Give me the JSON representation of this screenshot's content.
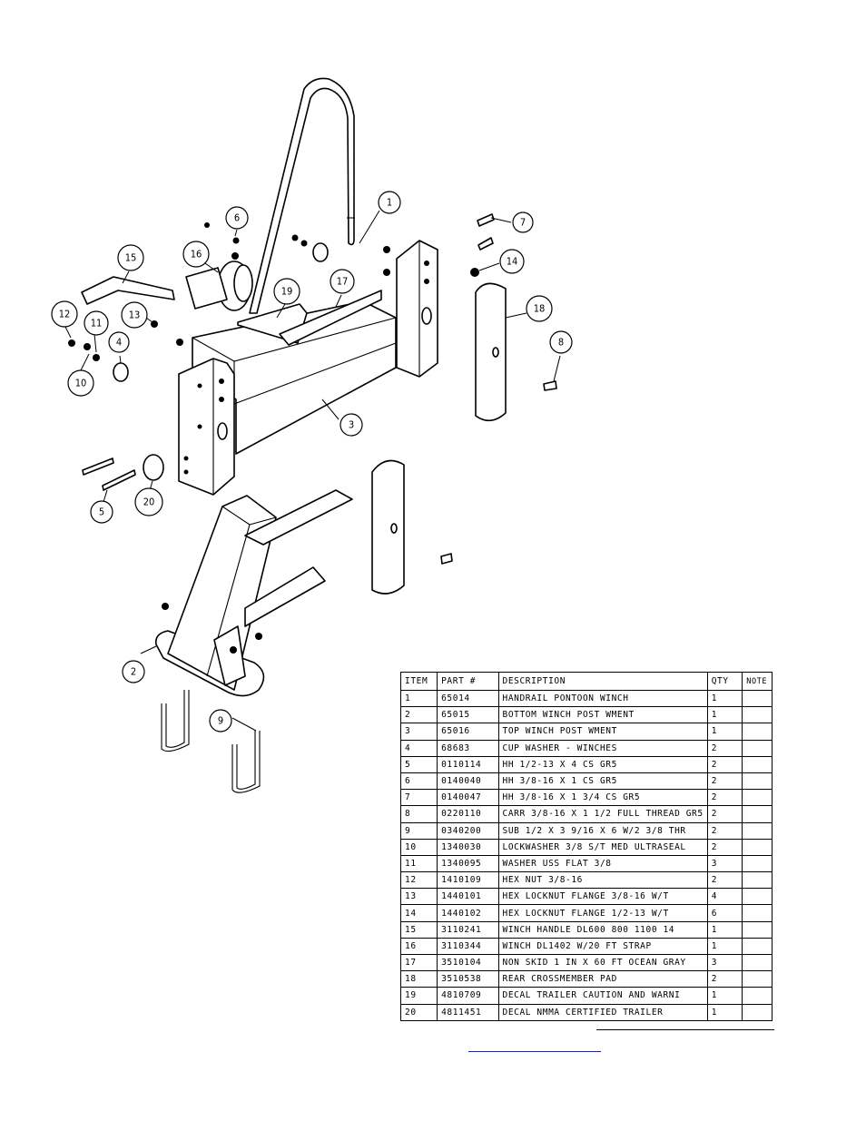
{
  "callouts": [
    "1",
    "2",
    "3",
    "4",
    "5",
    "6",
    "7",
    "8",
    "9",
    "10",
    "11",
    "12",
    "13",
    "14",
    "15",
    "16",
    "17",
    "18",
    "19",
    "20"
  ],
  "bom": {
    "headers": [
      "ITEM",
      "PART #",
      "DESCRIPTION",
      "QTY",
      "NOTE"
    ],
    "rows": [
      [
        "1",
        "65014",
        "HANDRAIL PONTOON WINCH",
        "1",
        ""
      ],
      [
        "2",
        "65015",
        "BOTTOM WINCH POST WMENT",
        "1",
        ""
      ],
      [
        "3",
        "65016",
        "TOP WINCH POST WMENT",
        "1",
        ""
      ],
      [
        "4",
        "68683",
        "CUP WASHER - WINCHES",
        "2",
        ""
      ],
      [
        "5",
        "0110114",
        "HH 1/2-13 X 4 CS GR5",
        "2",
        ""
      ],
      [
        "6",
        "0140040",
        "HH 3/8-16 X 1 CS GR5",
        "2",
        ""
      ],
      [
        "7",
        "0140047",
        "HH 3/8-16 X 1 3/4 CS GR5",
        "2",
        ""
      ],
      [
        "8",
        "0220110",
        "CARR 3/8-16 X 1 1/2 FULL THREAD GR5",
        "2",
        ""
      ],
      [
        "9",
        "0340200",
        "SUB 1/2 X 3 9/16 X 6 W/2 3/8 THR",
        "2",
        ""
      ],
      [
        "10",
        "1340030",
        "LOCKWASHER 3/8 S/T MED ULTRASEAL",
        "2",
        ""
      ],
      [
        "11",
        "1340095",
        "WASHER USS FLAT 3/8",
        "3",
        ""
      ],
      [
        "12",
        "1410109",
        "HEX NUT 3/8-16",
        "2",
        ""
      ],
      [
        "13",
        "1440101",
        "HEX LOCKNUT FLANGE 3/8-16 W/T",
        "4",
        ""
      ],
      [
        "14",
        "1440102",
        "HEX LOCKNUT FLANGE 1/2-13 W/T",
        "6",
        ""
      ],
      [
        "15",
        "3110241",
        "WINCH HANDLE   DL600 800 1100 14",
        "1",
        ""
      ],
      [
        "16",
        "3110344",
        "WINCH DL1402 W/20 FT STRAP",
        "1",
        ""
      ],
      [
        "17",
        "3510104",
        "NON SKID 1 IN X 60 FT OCEAN GRAY",
        "3",
        ""
      ],
      [
        "18",
        "3510538",
        "REAR CROSSMEMBER PAD",
        "2",
        ""
      ],
      [
        "19",
        "4810709",
        "DECAL TRAILER CAUTION AND WARNI",
        "1",
        ""
      ],
      [
        "20",
        "4811451",
        "DECAL NMMA CERTIFIED TRAILER",
        "1",
        ""
      ]
    ]
  }
}
